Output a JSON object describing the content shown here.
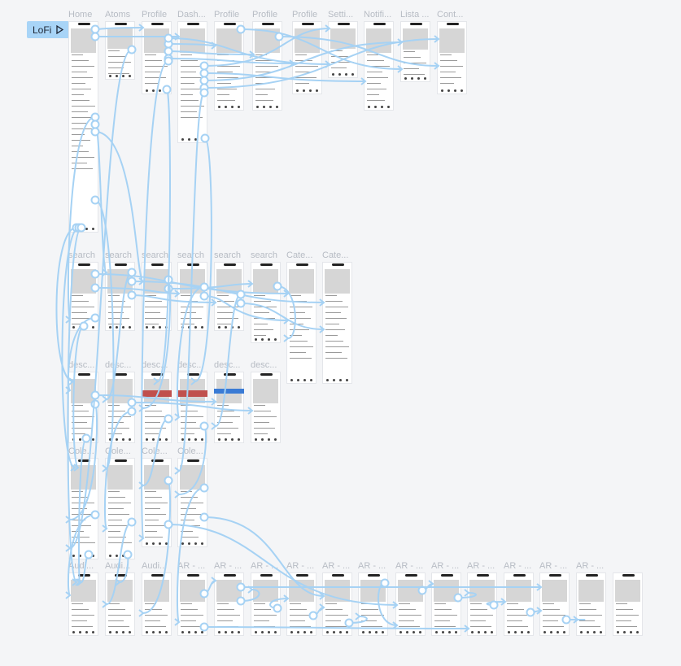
{
  "toolbar": {
    "flow_label": "LoFi",
    "flow_icon": "play-icon"
  },
  "accent_color": "#a8d4f7",
  "wire_color": "#a6d2f4",
  "frame_labels": [
    "Home",
    "Atoms",
    "Profile",
    "Dash...",
    "Profile",
    "Profile",
    "Profile",
    "Setti...",
    "Notifi...",
    "Lista ...",
    "Cont...",
    "search",
    "search",
    "search",
    "search",
    "search",
    "search",
    "Cate...",
    "Cate...",
    "desc...",
    "desc...",
    "desc...",
    "desc...",
    "desc...",
    "desc...",
    "Cole...",
    "Cole...",
    "Cole...",
    "Cole...",
    "Audi...",
    "Audi...",
    "Audi...",
    "AR - ...",
    "AR - ...",
    "AR - ...",
    "AR - ...",
    "AR - ...",
    "AR - ...",
    "AR - ...",
    "AR - ...",
    "AR - ...",
    "AR - ...",
    "AR - ...",
    "AR - ..."
  ]
}
